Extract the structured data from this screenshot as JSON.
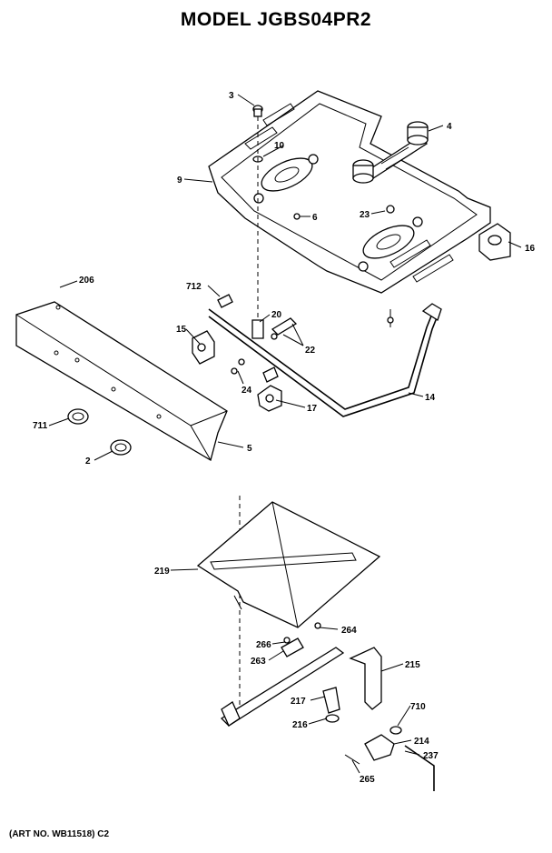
{
  "title": "MODEL JGBS04PR2",
  "art_number": "(ART NO. WB11518) C2",
  "part_labels": {
    "p3": "3",
    "p4": "4",
    "p10": "10",
    "p9": "9",
    "p6": "6",
    "p23": "23",
    "p16": "16",
    "p206": "206",
    "p712": "712",
    "p20": "20",
    "p15": "15",
    "p22": "22",
    "p24": "24",
    "p17": "17",
    "p14": "14",
    "p711": "711",
    "p2": "2",
    "p5": "5",
    "p219": "219",
    "p264": "264",
    "p266": "266",
    "p263": "263",
    "p215": "215",
    "p217": "217",
    "p710": "710",
    "p216": "216",
    "p214": "214",
    "p237": "237",
    "p265": "265"
  }
}
